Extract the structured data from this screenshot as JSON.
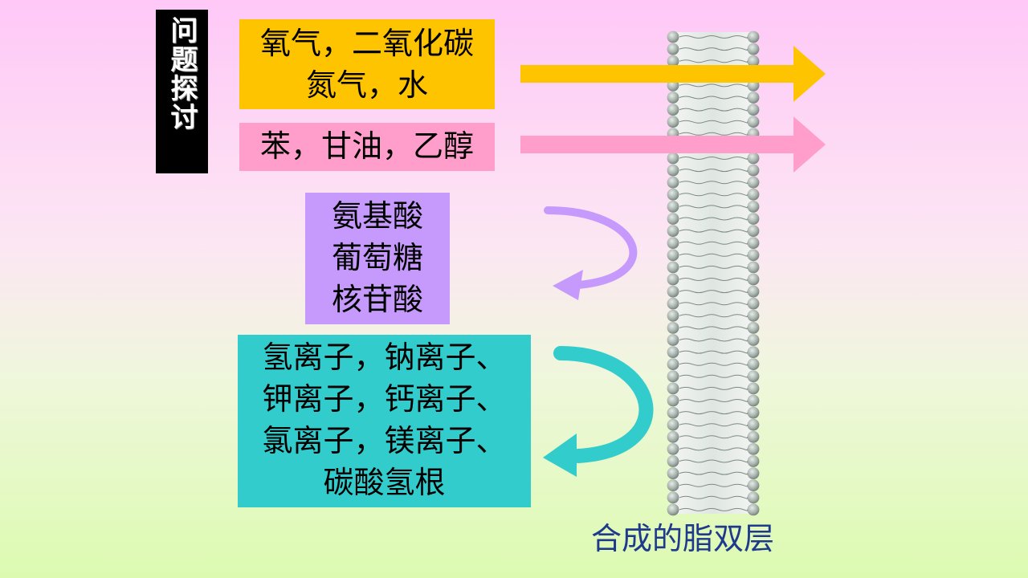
{
  "side_title": "问题探讨",
  "boxes": {
    "gas": "氧气，二氧化碳\n氮气，水",
    "organic": "苯，甘油，乙醇",
    "biomolecule": "氨基酸\n葡萄糖\n核苷酸",
    "ions": "氢离子，钠离子、\n钾离子，钙离子、\n氯离子，镁离子、\n碳酸氢根"
  },
  "membrane_caption": "合成的脂双层",
  "colors": {
    "gas_box": "#ffc400",
    "organic_box": "#ff9dcb",
    "biomolecule_box": "#c69afc",
    "ion_box": "#33cccc",
    "caption": "#1f3a8c",
    "membrane_head": "#a7b2ac"
  },
  "arrows": [
    {
      "name": "gas-pass-arrow",
      "kind": "passes-through",
      "color": "#ffc400"
    },
    {
      "name": "organic-pass-arrow",
      "kind": "passes-through",
      "color": "#ff9dcb"
    },
    {
      "name": "biomolecule-blocked-arrow",
      "kind": "blocked",
      "color": "#c69afc"
    },
    {
      "name": "ion-blocked-arrow",
      "kind": "blocked",
      "color": "#33cccc"
    }
  ]
}
